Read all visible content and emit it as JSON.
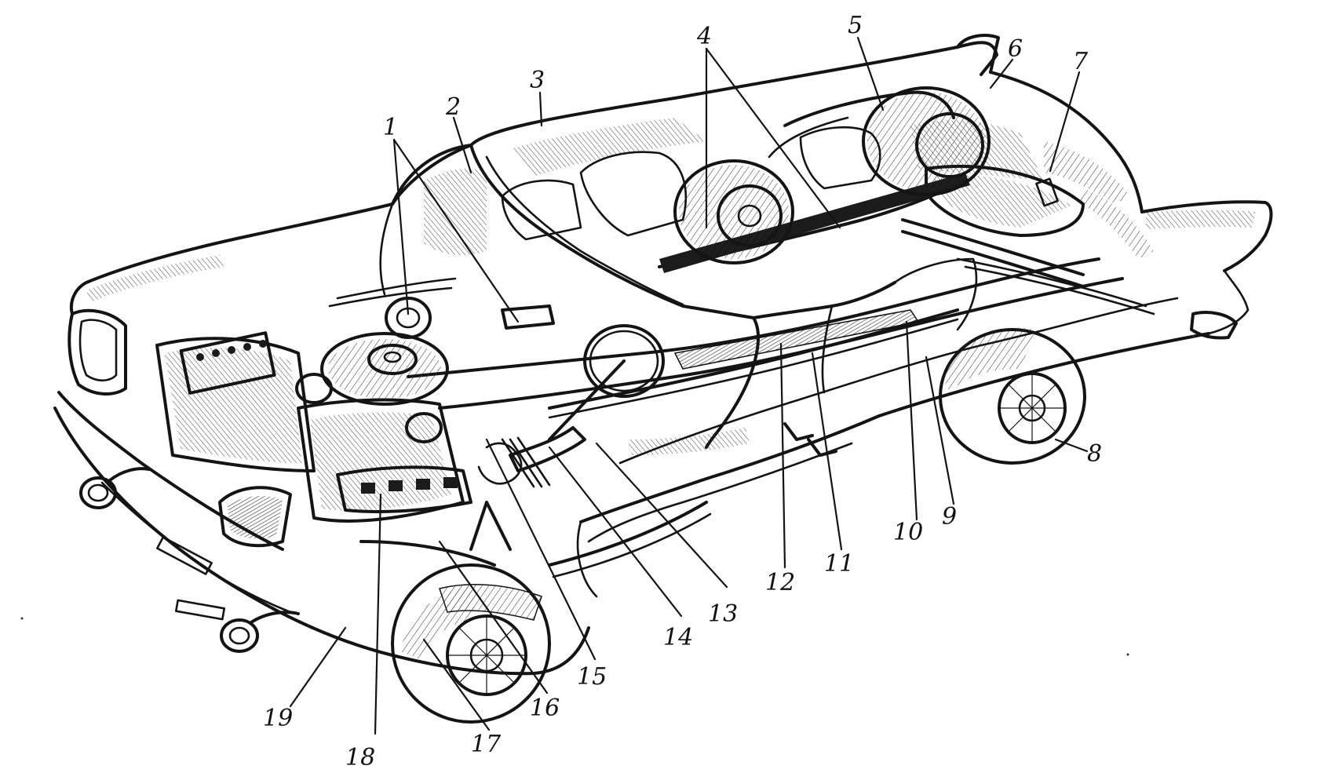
{
  "figure": {
    "subject": "car-cutaway-drawing",
    "ink_color": "#141414",
    "background_color": "#ffffff"
  },
  "callouts": [
    {
      "id": "c1",
      "text": "1"
    },
    {
      "id": "c2",
      "text": "2"
    },
    {
      "id": "c3",
      "text": "3"
    },
    {
      "id": "c4",
      "text": "4"
    },
    {
      "id": "c5",
      "text": "5"
    },
    {
      "id": "c6",
      "text": "6"
    },
    {
      "id": "c7",
      "text": "7"
    },
    {
      "id": "c8",
      "text": "8"
    },
    {
      "id": "c9",
      "text": "9"
    },
    {
      "id": "c10",
      "text": "10"
    },
    {
      "id": "c11",
      "text": "11"
    },
    {
      "id": "c12",
      "text": "12"
    },
    {
      "id": "c13",
      "text": "13"
    },
    {
      "id": "c14",
      "text": "14"
    },
    {
      "id": "c15",
      "text": "15"
    },
    {
      "id": "c16",
      "text": "16"
    },
    {
      "id": "c17",
      "text": "17"
    },
    {
      "id": "c18",
      "text": "18"
    },
    {
      "id": "c19",
      "text": "19"
    }
  ]
}
